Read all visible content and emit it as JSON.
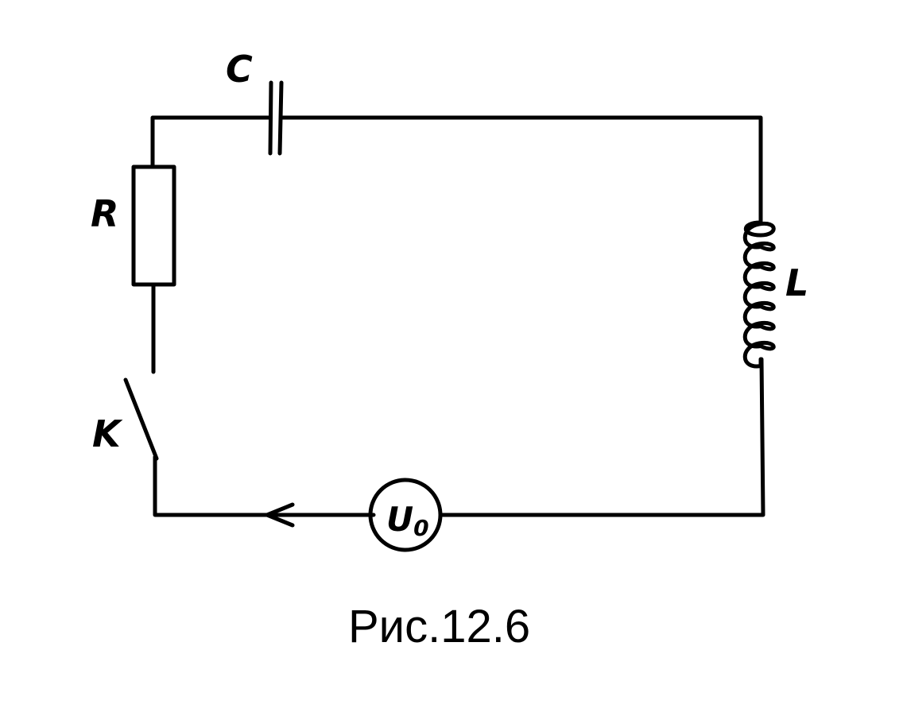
{
  "components": {
    "capacitor": {
      "label": "C"
    },
    "resistor": {
      "label": "R"
    },
    "inductor": {
      "label": "L"
    },
    "switch": {
      "label": "K"
    },
    "source": {
      "label_main": "U",
      "label_sub": "0"
    }
  },
  "caption": "Рис.12.6",
  "colors": {
    "line": "#000000",
    "background": "#ffffff"
  }
}
